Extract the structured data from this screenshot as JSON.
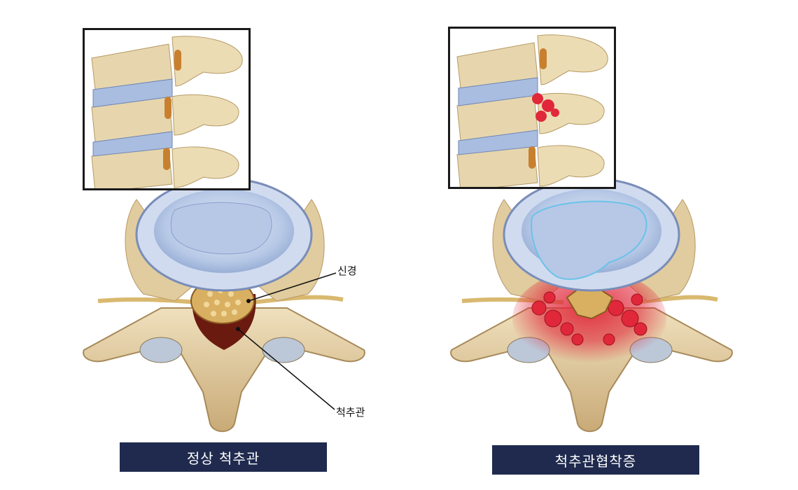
{
  "left": {
    "caption": "정상 척추관",
    "labels": {
      "nerve": "신경",
      "canal": "척추관"
    }
  },
  "right": {
    "caption": "척추관협착증"
  },
  "colors": {
    "bone": "#e6d3a8",
    "bone_shadow": "#c7a874",
    "disc": "#a9bde0",
    "disc_core": "#d4e0f2",
    "nerve": "#d9b062",
    "canal": "#6b1a10",
    "inflammation": "#e0283a",
    "caption_bg": "#1f2a4e"
  }
}
